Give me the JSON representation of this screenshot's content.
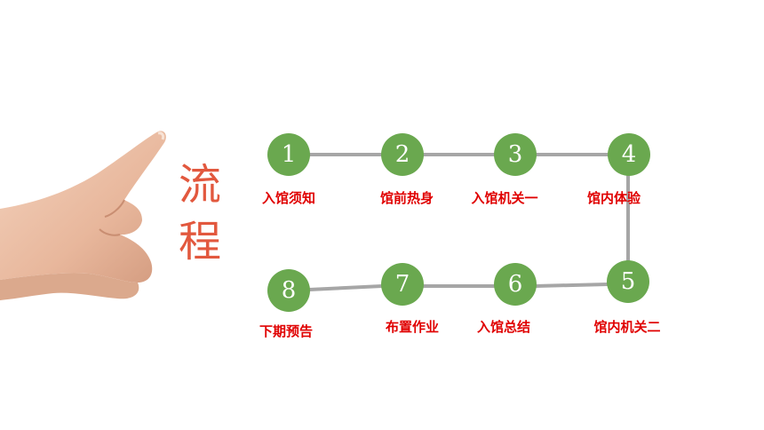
{
  "title": [
    "流",
    "程"
  ],
  "colors": {
    "title": "#e2583e",
    "circle": "#6aa84f",
    "label": "#e00000",
    "connector": "#a6a6a6"
  },
  "steps": [
    {
      "number": "1",
      "label": "入馆须知"
    },
    {
      "number": "2",
      "label": "馆前热身"
    },
    {
      "number": "3",
      "label": "入馆机关一"
    },
    {
      "number": "4",
      "label": "馆内体验"
    },
    {
      "number": "5",
      "label": "馆内机关二"
    },
    {
      "number": "6",
      "label": "入馆总结"
    },
    {
      "number": "7",
      "label": "布置作业"
    },
    {
      "number": "8",
      "label": "下期预告"
    }
  ]
}
